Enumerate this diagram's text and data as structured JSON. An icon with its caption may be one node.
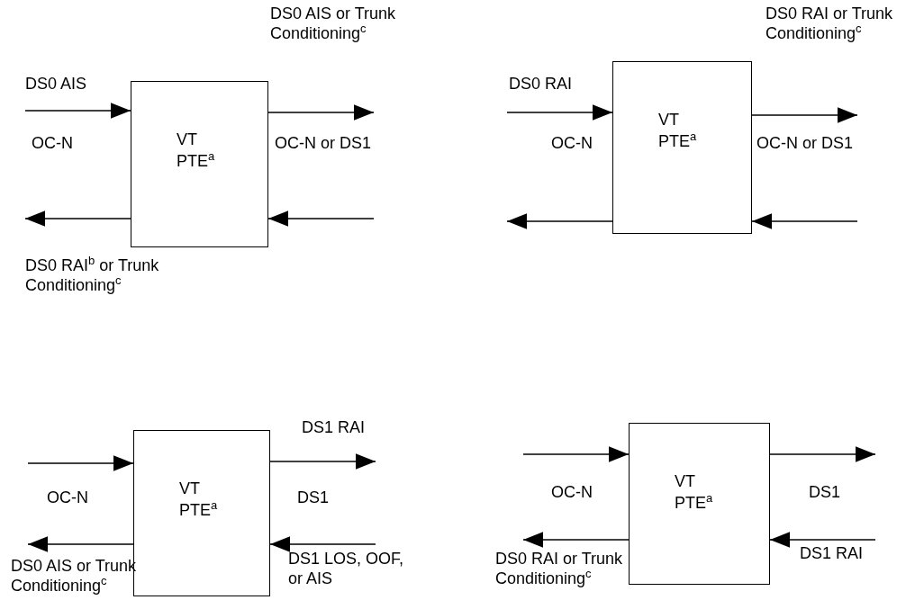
{
  "diagram": {
    "nodes": [
      {
        "text": [
          "VT PTE$^{a}$"
        ]
      },
      {
        "text": [
          "VT PTE$^{a}$"
        ]
      },
      {
        "text": [
          "VT PTE$^{a}$"
        ]
      },
      {
        "text": [
          "VT PTE$^{a}$"
        ]
      }
    ],
    "edges": [
      {
        "from": null,
        "to": 0,
        "arrow": "to",
        "label": "DS0 AIS"
      },
      {
        "from": 0,
        "to": null,
        "arrow": "to",
        "label": "DS0 AIS or Trunk Conditioning$^{c}$"
      },
      {
        "from": null,
        "to": 0,
        "arrow": "to"
      },
      {
        "from": 0,
        "to": null,
        "arrow": "to",
        "label": "DS0 RAI$^{b}$ or Trunk Conditioning$^{c}$"
      },
      {
        "from": null,
        "to": 1,
        "arrow": "to",
        "label": "DS0 RAI"
      },
      {
        "from": 1,
        "to": null,
        "arrow": "to",
        "label": "DS0 RAI or Trunk Conditioning$^{c}$"
      },
      {
        "from": null,
        "to": 1,
        "arrow": "to"
      },
      {
        "from": 1,
        "to": null,
        "arrow": "to"
      },
      {
        "from": null,
        "to": 2,
        "arrow": "to"
      },
      {
        "from": 2,
        "to": null,
        "arrow": "to",
        "label": "DS1 RAI"
      },
      {
        "from": null,
        "to": 2,
        "arrow": "to",
        "label": "DS1 LOS, OOF, or AIS"
      },
      {
        "from": 2,
        "to": null,
        "arrow": "to",
        "label": "DS0 AIS or Trunk Conditioning$^{c}$"
      },
      {
        "from": null,
        "to": 3,
        "arrow": "to"
      },
      {
        "from": 3,
        "to": null,
        "arrow": "to"
      },
      {
        "from": null,
        "to": 3,
        "arrow": "to",
        "label": "DS1 RAI"
      },
      {
        "from": 3,
        "to": null,
        "arrow": "to",
        "label": "DS0 RAI or Trunk Conditioning$^{c}$"
      }
    ],
    "labels": [
      "OC-N",
      "OC-N or DS1",
      "OC-N",
      "OC-N or DS1",
      "OC-N",
      "DS1",
      "OC-N",
      "DS1"
    ]
  }
}
